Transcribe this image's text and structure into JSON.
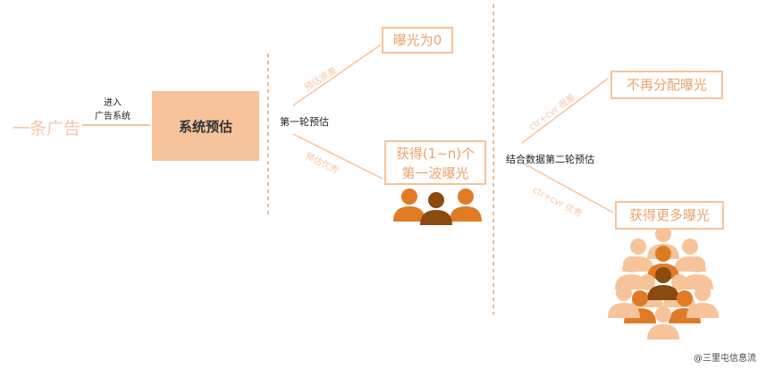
{
  "nodes": {
    "ad": "一条广告",
    "enter_line1": "进入",
    "enter_line2": "广告系统",
    "system_estimate": "系统预估",
    "round1": "第一轮预估",
    "exposure_zero": "曝光为0",
    "first_wave_line1": "获得(1~n)个",
    "first_wave_line2": "第一波曝光",
    "round2": "结合数据第二轮预估",
    "no_more_exposure": "不再分配曝光",
    "more_exposure": "获得更多曝光"
  },
  "edges": {
    "estimate_poor": "预估很差",
    "estimate_good": "预估优秀",
    "ctr_cvr_poor": "ctr+cvr 很差",
    "ctr_cvr_good": "ctr+cvr 优秀"
  },
  "watermark": "@三里屯信息流",
  "colors": {
    "light_orange": "#f6c39b",
    "pale_orange": "#f3c6a6",
    "orange": "#e07b25",
    "dark_orange": "#b55a12",
    "deep_brown": "#8a4a10",
    "dashed_line": "#f0b88a"
  },
  "icons": [
    "user-group-icon",
    "crowd-icon"
  ]
}
